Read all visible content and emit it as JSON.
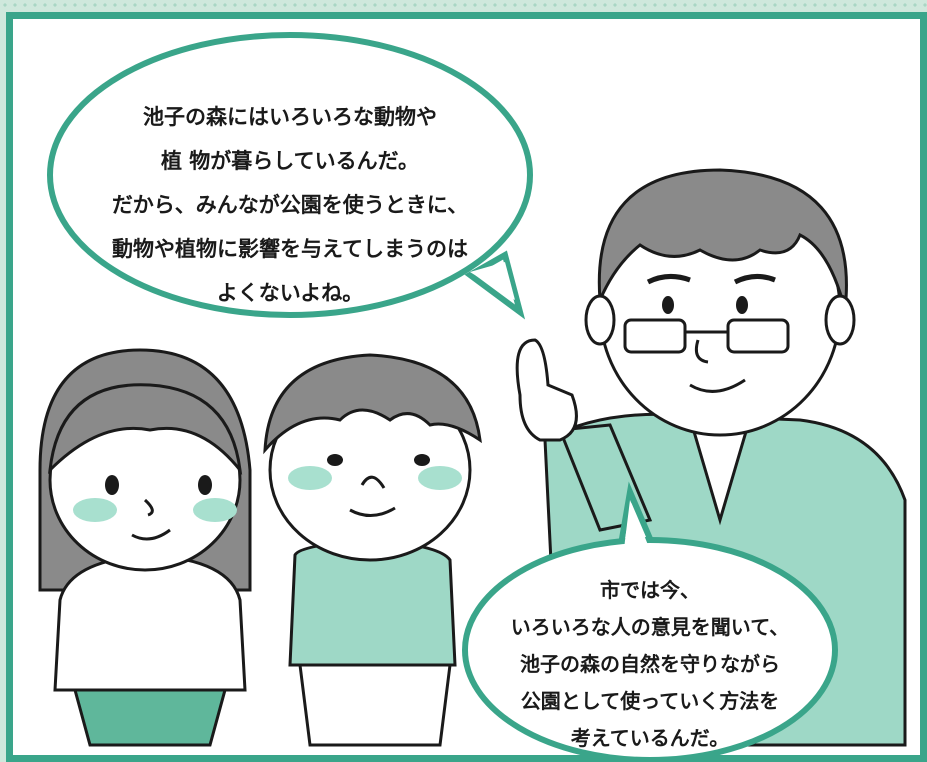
{
  "speech_top": {
    "speaker": "teacher",
    "lines": [
      "池子の森にはいろいろな動物や",
      "植 物が暮らしているんだ。",
      "だから、みんなが公園を使うときに、",
      "動物や植物に影響を与えてしまうのは",
      "よくないよね。"
    ]
  },
  "speech_bottom": {
    "speaker": "teacher",
    "lines": [
      "市では今、",
      "いろいろな人の意見を聞いて、",
      "池子の森の自然を守りながら",
      "公園として使っていく方法を",
      "考えているんだ。"
    ]
  },
  "colors": {
    "frame_border": "#3aa58a",
    "accent_green": "#8fd0bc",
    "hair_gray": "#8a8a8a",
    "cheek": "#a8e0cf"
  },
  "characters": [
    "girl",
    "boy",
    "teacher-with-glasses"
  ]
}
